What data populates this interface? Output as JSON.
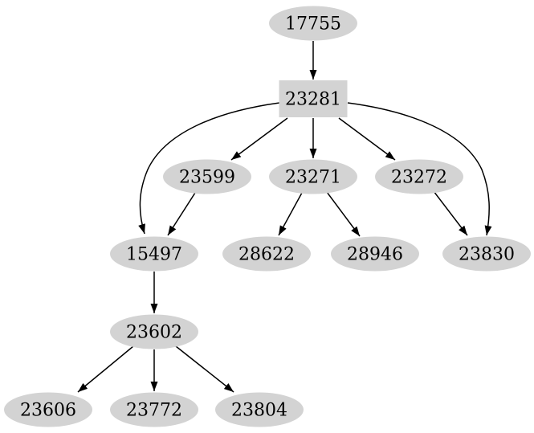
{
  "diagram": {
    "type": "directed-graph",
    "background": "#ffffff",
    "node_fill": "#d3d3d3",
    "node_text_color": "#000000",
    "edge_color": "#000000",
    "nodes": [
      {
        "id": "17755",
        "label": "17755",
        "shape": "ellipse"
      },
      {
        "id": "23281",
        "label": "23281",
        "shape": "box"
      },
      {
        "id": "23599",
        "label": "23599",
        "shape": "ellipse"
      },
      {
        "id": "23271",
        "label": "23271",
        "shape": "ellipse"
      },
      {
        "id": "23272",
        "label": "23272",
        "shape": "ellipse"
      },
      {
        "id": "15497",
        "label": "15497",
        "shape": "ellipse"
      },
      {
        "id": "28622",
        "label": "28622",
        "shape": "ellipse"
      },
      {
        "id": "28946",
        "label": "28946",
        "shape": "ellipse"
      },
      {
        "id": "23830",
        "label": "23830",
        "shape": "ellipse"
      },
      {
        "id": "23602",
        "label": "23602",
        "shape": "ellipse"
      },
      {
        "id": "23606",
        "label": "23606",
        "shape": "ellipse"
      },
      {
        "id": "23772",
        "label": "23772",
        "shape": "ellipse"
      },
      {
        "id": "23804",
        "label": "23804",
        "shape": "ellipse"
      }
    ],
    "edges": [
      {
        "from": "17755",
        "to": "23281"
      },
      {
        "from": "23281",
        "to": "23599"
      },
      {
        "from": "23281",
        "to": "23271"
      },
      {
        "from": "23281",
        "to": "23272"
      },
      {
        "from": "23281",
        "to": "15497"
      },
      {
        "from": "23281",
        "to": "23830"
      },
      {
        "from": "23599",
        "to": "15497"
      },
      {
        "from": "23271",
        "to": "28622"
      },
      {
        "from": "23271",
        "to": "28946"
      },
      {
        "from": "23272",
        "to": "23830"
      },
      {
        "from": "15497",
        "to": "23602"
      },
      {
        "from": "23602",
        "to": "23606"
      },
      {
        "from": "23602",
        "to": "23772"
      },
      {
        "from": "23602",
        "to": "23804"
      }
    ]
  }
}
